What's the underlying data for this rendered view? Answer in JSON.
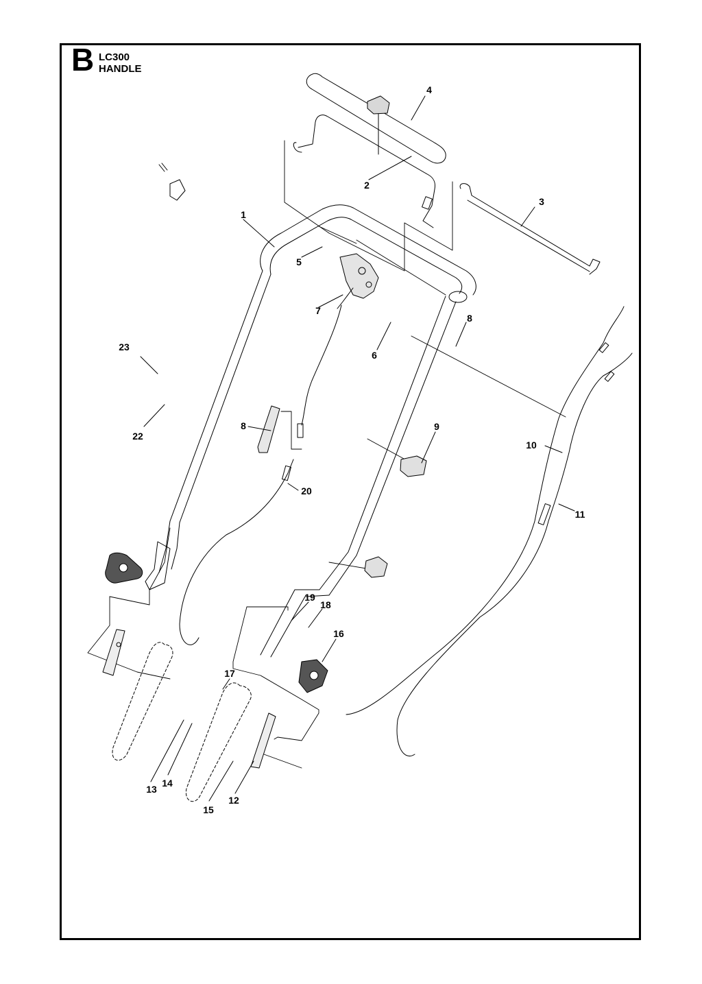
{
  "header": {
    "section_letter": "B",
    "model": "LC300",
    "title": "HANDLE"
  },
  "callouts": [
    {
      "id": "c1",
      "text": "1"
    },
    {
      "id": "c2",
      "text": "2"
    },
    {
      "id": "c3",
      "text": "3"
    },
    {
      "id": "c4",
      "text": "4"
    },
    {
      "id": "c5",
      "text": "5"
    },
    {
      "id": "c6",
      "text": "6"
    },
    {
      "id": "c7",
      "text": "7"
    },
    {
      "id": "c8a",
      "text": "8"
    },
    {
      "id": "c8b",
      "text": "8"
    },
    {
      "id": "c9",
      "text": "9"
    },
    {
      "id": "c10",
      "text": "10"
    },
    {
      "id": "c11",
      "text": "11"
    },
    {
      "id": "c12",
      "text": "12"
    },
    {
      "id": "c13",
      "text": "13"
    },
    {
      "id": "c14",
      "text": "14"
    },
    {
      "id": "c15",
      "text": "15"
    },
    {
      "id": "c16",
      "text": "16"
    },
    {
      "id": "c17",
      "text": "17"
    },
    {
      "id": "c18",
      "text": "18"
    },
    {
      "id": "c19",
      "text": "19"
    },
    {
      "id": "c20",
      "text": "20"
    },
    {
      "id": "c22",
      "text": "22"
    },
    {
      "id": "c23",
      "text": "23"
    }
  ]
}
